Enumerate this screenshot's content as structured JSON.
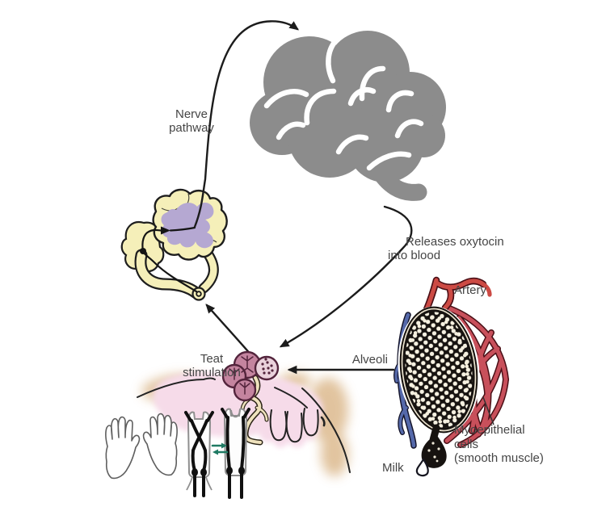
{
  "diagram": {
    "labels": {
      "nerve_pathway": "Nerve\npathway",
      "releases_oxytocin": "Releases oxytocin\ninto blood",
      "artery": "Artery",
      "alveoli": "Alveoli",
      "teat_stimulation": "Teat\nstimulation",
      "myoepithelial": "Myoepithelial\ncells\n(smooth muscle)",
      "milk": "Milk"
    },
    "illustrations": [
      "brain",
      "spinal-cord-cross-section",
      "nerve-pathway-arrow",
      "oxytocin-release-arrow",
      "teat-stimulation-arrow",
      "udder-with-teats",
      "alveoli-cluster",
      "milk-duct",
      "gloved-hands",
      "teat-cup-liner-collapsed",
      "teat-cup-liner-open",
      "alveolus-with-capillary-mesh",
      "artery-vessel",
      "vein-vessel",
      "milk-droplet"
    ],
    "colors": {
      "brain_gray": "#8c8c8c",
      "spinal_cord_yellow": "#f5efb9",
      "gray_matter_purple": "#b5a8d2",
      "alveoli_mauve": "#c4849f",
      "alveoli_outline": "#53243c",
      "duct_cream": "#efe2bd",
      "udder_pink": "#f6dbe9",
      "skin_tan": "#d9b383",
      "artery_red": "#c8505b",
      "vein_blue": "#5569aa",
      "exchange_arrow_green": "#1f7a63",
      "line_black": "#1c1c1c",
      "label_text": "#454545"
    }
  }
}
